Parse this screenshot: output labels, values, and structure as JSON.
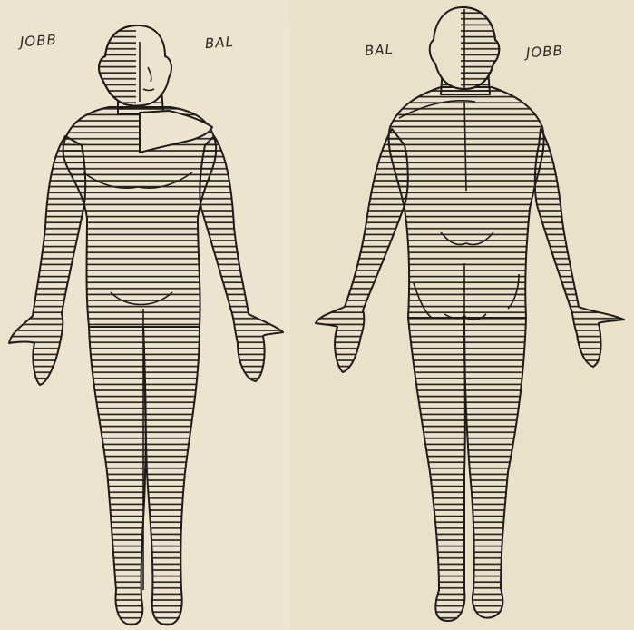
{
  "figures": [
    {
      "id": "front",
      "left_label": "JOBB",
      "right_label": "BAL"
    },
    {
      "id": "back",
      "left_label": "BAL",
      "right_label": "JOBB"
    }
  ],
  "colors": {
    "paper": "#ece3cd",
    "ink": "#1e1b18"
  }
}
